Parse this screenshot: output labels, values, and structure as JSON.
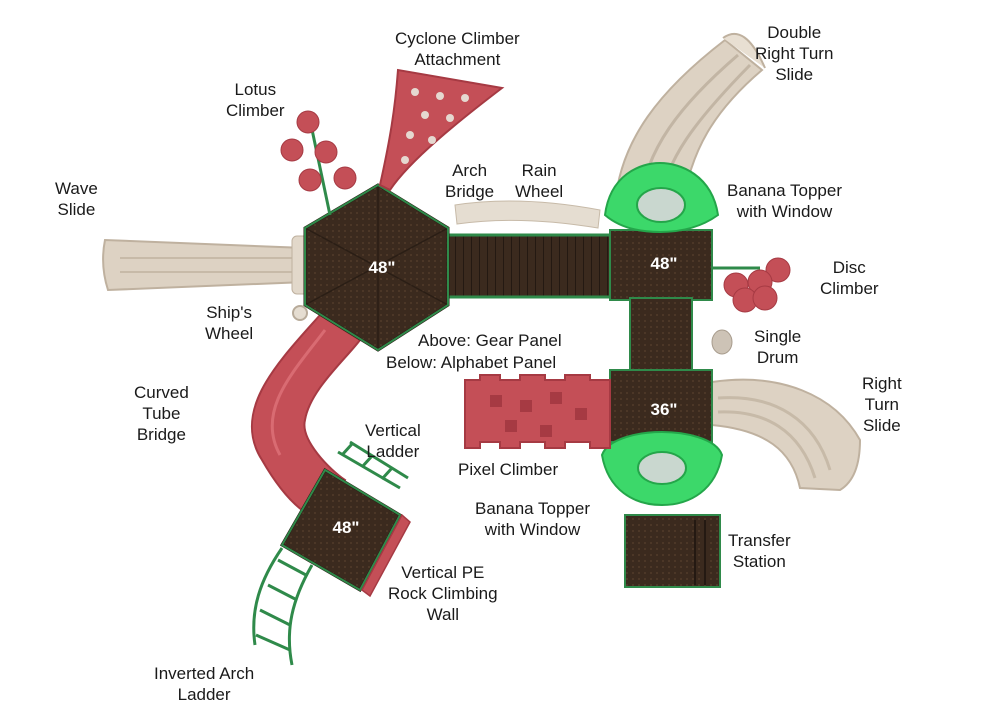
{
  "colors": {
    "deck": "#3b2a1e",
    "deck_edge": "#2a1d14",
    "frame": "#2f8a4a",
    "slide_beige": "#ddd2c3",
    "slide_shadow": "#c2b5a4",
    "red": "#c44f57",
    "red_dark": "#a63a43",
    "green_topper": "#3cd86a",
    "green_topper_dark": "#24a64a"
  },
  "decks": [
    {
      "id": "hex",
      "label": "48\""
    },
    {
      "id": "right-top",
      "label": "48\""
    },
    {
      "id": "right-mid",
      "label": "36\""
    },
    {
      "id": "lower-left",
      "label": "48\""
    }
  ],
  "labels": {
    "cyclone": [
      "Cyclone Climber",
      "Attachment"
    ],
    "double_slide": [
      "Double",
      "Right Turn",
      "Slide"
    ],
    "lotus": [
      "Lotus",
      "Climber"
    ],
    "wave": [
      "Wave",
      "Slide"
    ],
    "arch_bridge": [
      "Arch",
      "Bridge"
    ],
    "rain_wheel": [
      "Rain",
      "Wheel"
    ],
    "banana_top": [
      "Banana Topper",
      "with Window"
    ],
    "disc": [
      "Disc",
      "Climber"
    ],
    "ships_wheel": [
      "Ship's",
      "Wheel"
    ],
    "gear": [
      "Above: Gear Panel"
    ],
    "alphabet": [
      "Below: Alphabet Panel"
    ],
    "single_drum": [
      "Single",
      "Drum"
    ],
    "curved_tube": [
      "Curved",
      "Tube",
      "Bridge"
    ],
    "vertical_ladder": [
      "Vertical",
      "Ladder"
    ],
    "right_turn": [
      "Right",
      "Turn",
      "Slide"
    ],
    "pixel": [
      "Pixel Climber"
    ],
    "banana_bottom": [
      "Banana Topper",
      "with Window"
    ],
    "transfer": [
      "Transfer",
      "Station"
    ],
    "vertical_pe": [
      "Vertical PE",
      "Rock Climbing",
      "Wall"
    ],
    "inverted_arch": [
      "Inverted Arch",
      "Ladder"
    ]
  }
}
